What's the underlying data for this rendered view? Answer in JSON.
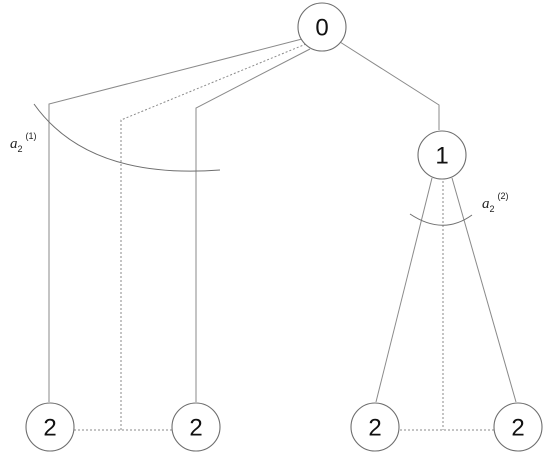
{
  "nodes": {
    "root": "0",
    "mid": "1",
    "leaf_a": "2",
    "leaf_b": "2",
    "leaf_c": "2",
    "leaf_d": "2"
  },
  "labels": {
    "left": {
      "symbol": "a",
      "sub": "2",
      "sup": "(1)"
    },
    "right": {
      "symbol": "a",
      "sub": "2",
      "sup": "(2)"
    }
  },
  "colors": {
    "line": "#8a8a8a",
    "node_border": "#6e6e6e",
    "text": "#111111"
  }
}
